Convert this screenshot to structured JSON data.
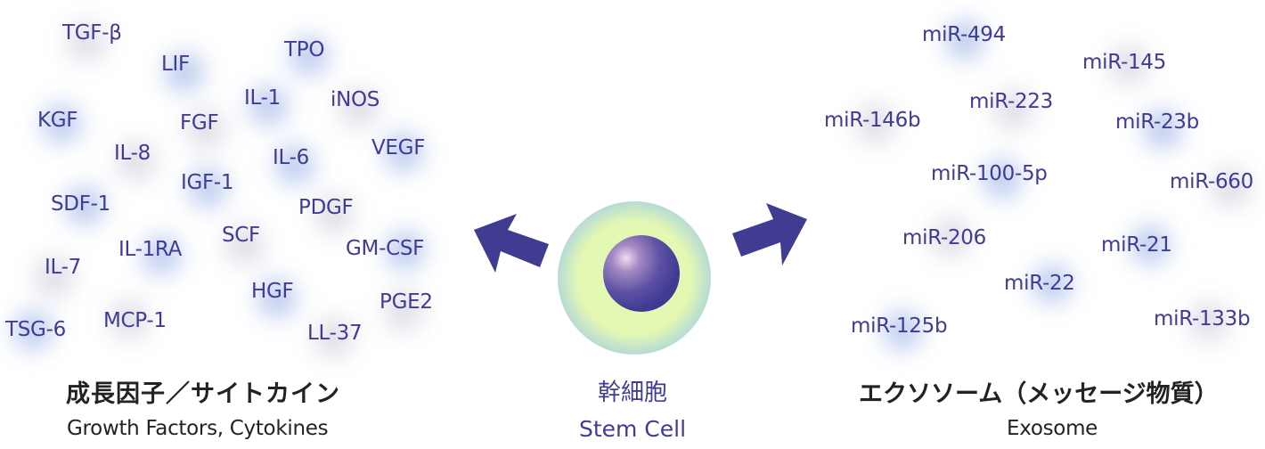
{
  "colors": {
    "term_text": "#3f3c92",
    "arrow": "#3f3c92",
    "heading_text": "#222222",
    "cell_outer": "#b0d8d9",
    "cell_inner": "#e3f8b2",
    "nucleus": "#3f3b92"
  },
  "left_group": {
    "heading_jp": "成長因子／サイトカイン",
    "heading_en": "Growth Factors, Cytokines",
    "terms": [
      "TGF-β",
      "LIF",
      "TPO",
      "IL-1",
      "iNOS",
      "KGF",
      "FGF",
      "IL-8",
      "IL-6",
      "VEGF",
      "IGF-1",
      "SDF-1",
      "PDGF",
      "SCF",
      "GM-CSF",
      "IL-1RA",
      "IL-7",
      "HGF",
      "PGE2",
      "TSG-6",
      "MCP-1",
      "LL-37"
    ]
  },
  "center": {
    "label_jp": "幹細胞",
    "label_en": "Stem Cell"
  },
  "right_group": {
    "heading_jp": "エクソソーム（メッセージ物質）",
    "heading_en": "Exosome",
    "terms": [
      "miR-494",
      "miR-145",
      "miR-223",
      "miR-146b",
      "miR-23b",
      "miR-100-5p",
      "miR-660",
      "miR-206",
      "miR-21",
      "miR-22",
      "miR-125b",
      "miR-133b"
    ]
  },
  "icons": {
    "left_arrow": "arrow-up-left-icon",
    "right_arrow": "arrow-up-right-icon"
  }
}
